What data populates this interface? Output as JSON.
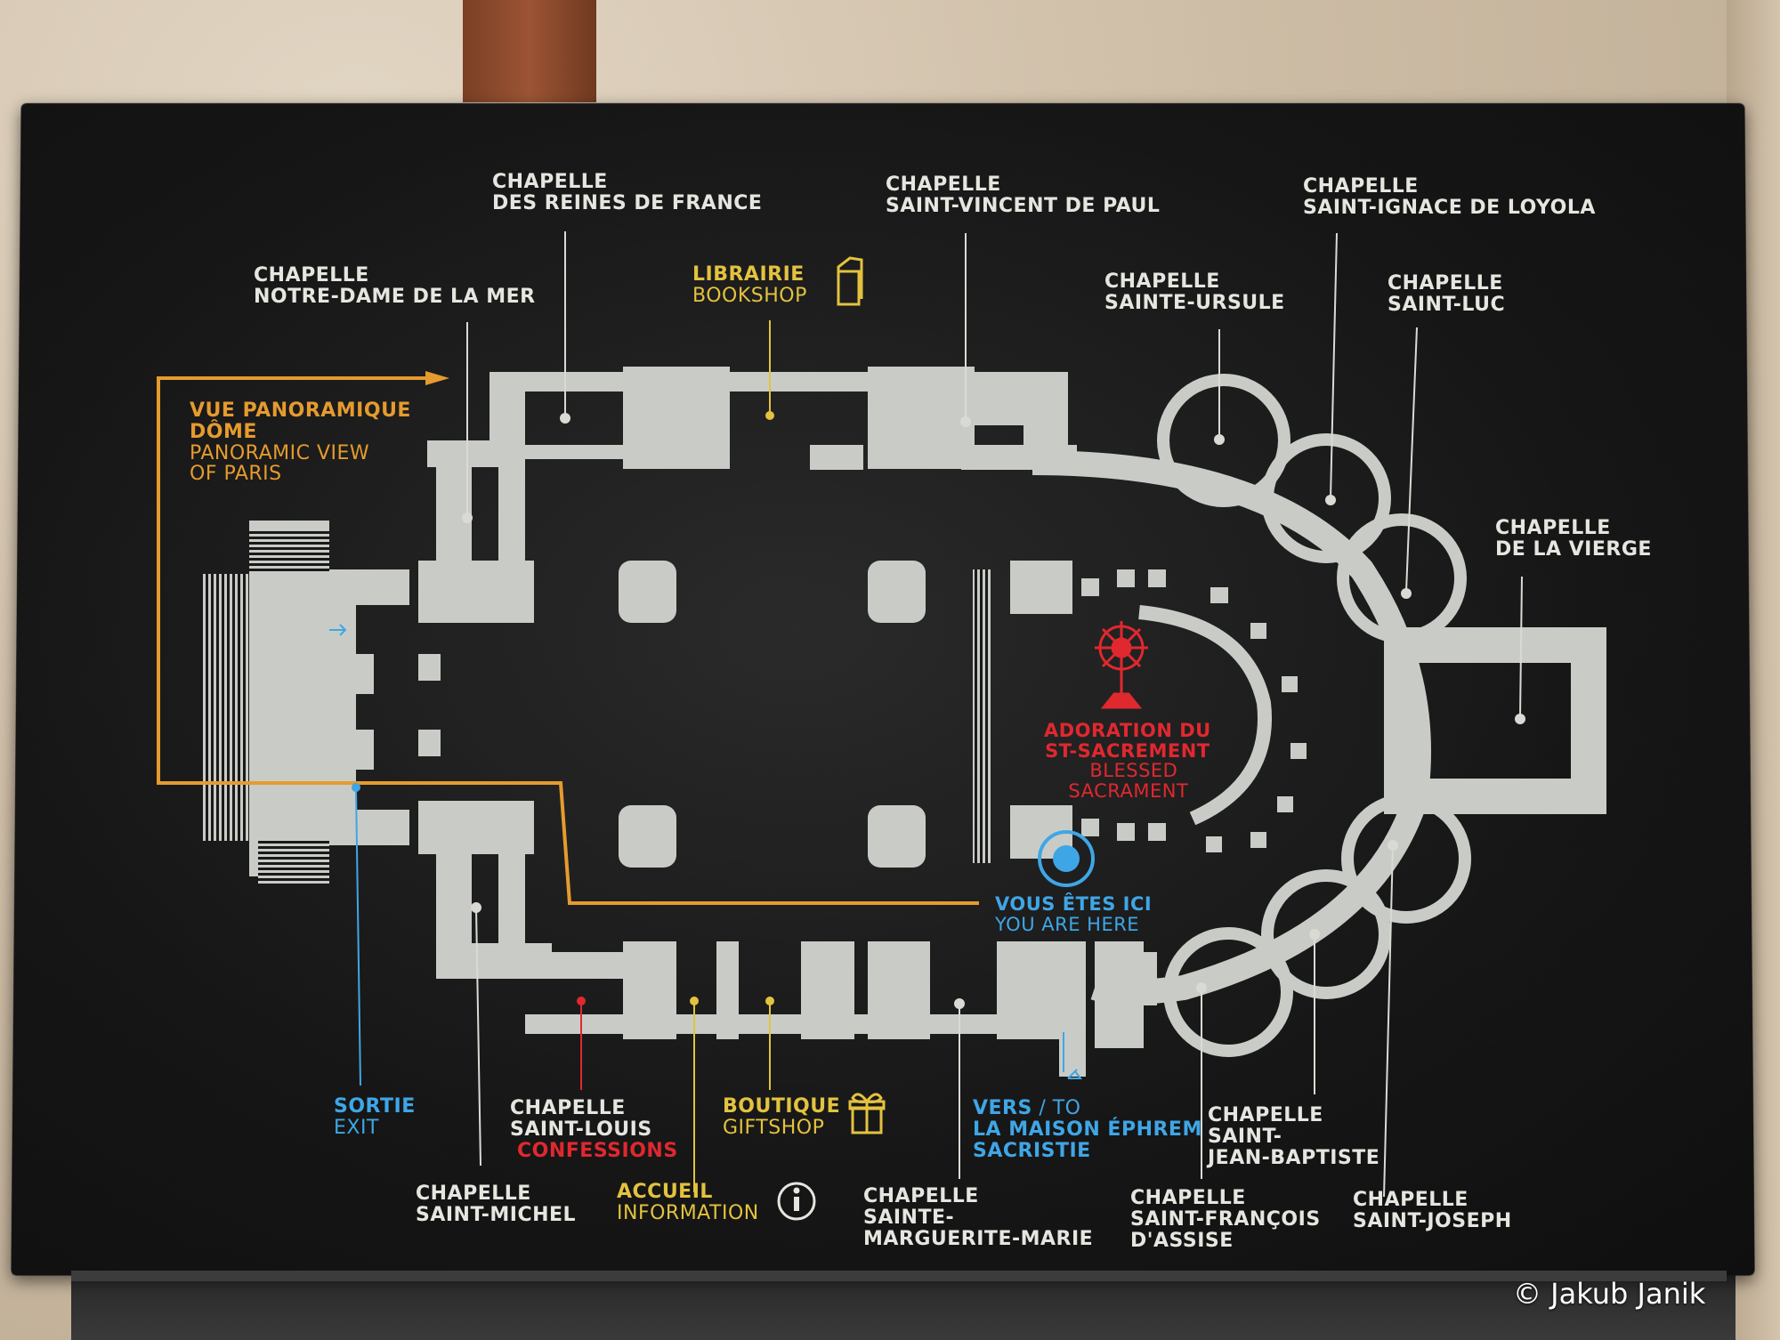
{
  "credit": "© Jakub Janik",
  "colors": {
    "board": "#151515",
    "plan": "#c9ccc6",
    "white_text": "#e6e6e0",
    "orange": "#e59b2e",
    "yellow": "#e3c23f",
    "red": "#e0282f",
    "blue": "#3fa6e6"
  },
  "labels": {
    "reines": {
      "l1": "CHAPELLE",
      "l2": "DES REINES DE FRANCE"
    },
    "vincent": {
      "l1": "CHAPELLE",
      "l2": "SAINT-VINCENT DE PAUL"
    },
    "ignace": {
      "l1": "CHAPELLE",
      "l2": "SAINT-IGNACE DE LOYOLA"
    },
    "notredame": {
      "l1": "CHAPELLE",
      "l2": "NOTRE-DAME DE LA MER"
    },
    "ursule": {
      "l1": "CHAPELLE",
      "l2": "SAINTE-URSULE"
    },
    "luc": {
      "l1": "CHAPELLE",
      "l2": "SAINT-LUC"
    },
    "vierge": {
      "l1": "CHAPELLE",
      "l2": "DE LA VIERGE"
    },
    "librairie": {
      "l1": "LIBRAIRIE",
      "l2": "BOOKSHOP",
      "icon": "book-icon"
    },
    "panorama": {
      "l1": "VUE PANORAMIQUE",
      "l2": "DÔME",
      "l3": "PANORAMIC VIEW",
      "l4": "OF PARIS"
    },
    "adoration": {
      "l1": "ADORATION DU",
      "l2": "ST-SACREMENT",
      "l3": "BLESSED",
      "l4": "SACRAMENT",
      "icon": "monstrance-icon"
    },
    "here": {
      "l1": "VOUS ÊTES ICI",
      "l2": "YOU ARE HERE",
      "icon": "you-are-here-icon"
    },
    "sortie": {
      "l1": "SORTIE",
      "l2": "EXIT"
    },
    "louis": {
      "l1": "CHAPELLE",
      "l2": "SAINT-LOUIS",
      "l3": "CONFESSIONS"
    },
    "boutique": {
      "l1": "BOUTIQUE",
      "l2": "GIFTSHOP",
      "icon": "gift-icon"
    },
    "vers": {
      "l1a": "VERS",
      "l1b": " / TO",
      "l2": "LA MAISON ÉPHREM",
      "l3": "SACRISTIE"
    },
    "jean": {
      "l1": "CHAPELLE",
      "l2": "SAINT-",
      "l3": "JEAN-BAPTISTE"
    },
    "michel": {
      "l1": "CHAPELLE",
      "l2": "SAINT-MICHEL"
    },
    "accueil": {
      "l1": "ACCUEIL",
      "l2": "INFORMATION",
      "icon": "info-icon"
    },
    "marguerite": {
      "l1": "CHAPELLE",
      "l2": "SAINTE-",
      "l3": "MARGUERITE-MARIE"
    },
    "francois": {
      "l1": "CHAPELLE",
      "l2": "SAINT-FRANÇOIS",
      "l3": "D'ASSISE"
    },
    "joseph": {
      "l1": "CHAPELLE",
      "l2": "SAINT-JOSEPH"
    }
  }
}
